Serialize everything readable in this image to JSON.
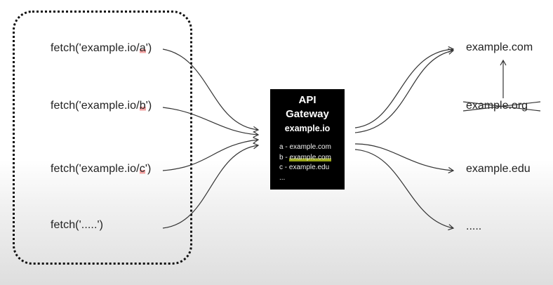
{
  "clients": {
    "fetch_a": {
      "prefix": "fetch('example.io/",
      "path": "a",
      "suffix": "')"
    },
    "fetch_b": {
      "prefix": "fetch('example.io/",
      "path": "b",
      "suffix": "')"
    },
    "fetch_c": {
      "prefix": "fetch('example.io/",
      "path": "c",
      "suffix": "')"
    },
    "fetch_other": {
      "label": "fetch('.....')"
    }
  },
  "gateway": {
    "title_line1": "API",
    "title_line2": "Gateway",
    "host": "example.io",
    "routes": [
      {
        "text": "a - example.com"
      },
      {
        "prefix": "b - ",
        "host": "example.com"
      },
      {
        "text": "c - example.edu"
      },
      {
        "text": "..."
      }
    ]
  },
  "destinations": {
    "com": "example.com",
    "org": "example.org",
    "edu": "example.edu",
    "more": "....."
  },
  "colors": {
    "path_highlight": "#f3a3a3",
    "route_highlight": "#9aa51a",
    "gateway_bg": "#000000",
    "line": "#333333"
  }
}
